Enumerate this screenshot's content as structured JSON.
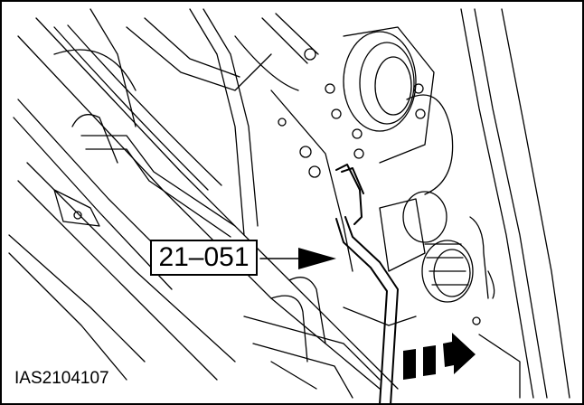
{
  "figure": {
    "tool_label": "21–051",
    "figure_id": "IAS2104107"
  },
  "colors": {
    "line": "#000000",
    "background": "#ffffff"
  },
  "icons": {
    "direction_arrow": "dashed-arrow-right"
  }
}
